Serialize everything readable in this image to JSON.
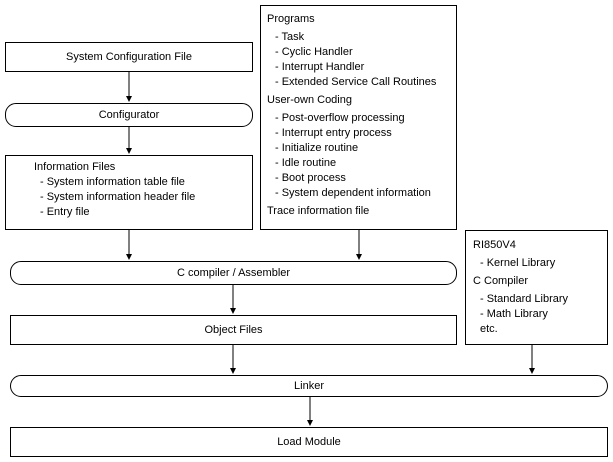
{
  "system_config": "System Configuration File",
  "configurator": "Configurator",
  "info_files": {
    "heading": "Information Files",
    "items": [
      "- System information table file",
      "- System information header file",
      "- Entry file"
    ]
  },
  "programs": {
    "heading": "Programs",
    "items": [
      "- Task",
      "- Cyclic Handler",
      "- Interrupt Handler",
      "- Extended Service Call Routines"
    ],
    "user_heading": "User-own Coding",
    "user_items": [
      "- Post-overflow processing",
      "- Interrupt entry process",
      "- Initialize routine",
      "- Idle routine",
      "- Boot process",
      "- System dependent information"
    ],
    "trace": "Trace information file"
  },
  "libraries": {
    "heading": "RI850V4",
    "items": [
      "- Kernel Library"
    ],
    "sub_heading": "C Compiler",
    "sub_items": [
      "- Standard Library",
      "- Math Library"
    ],
    "etc": "etc."
  },
  "compiler": "C compiler / Assembler",
  "object_files": "Object Files",
  "linker": "Linker",
  "load_module": "Load Module"
}
